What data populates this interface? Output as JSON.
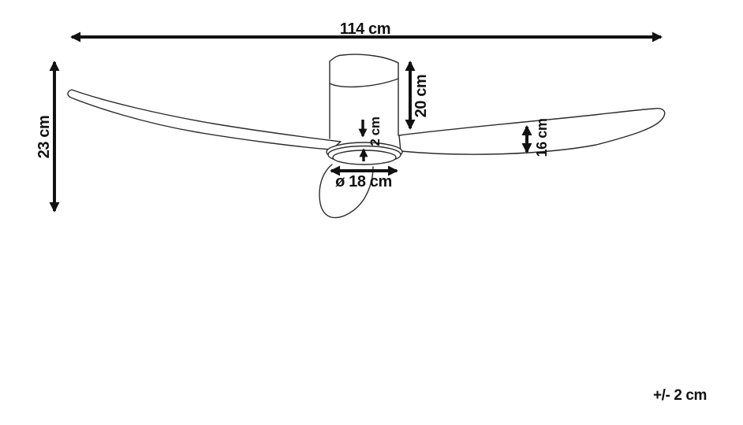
{
  "diagram": {
    "type": "product-dimension-diagram",
    "subject": "ceiling-fan-with-light",
    "colors": {
      "background": "#ffffff",
      "outline": "#2b2b2b",
      "dimension": "#111111"
    },
    "dimensions": {
      "total_width": "114 cm",
      "total_height": "23 cm",
      "motor_housing_height": "20 cm",
      "hub_ring_thickness": "2 cm",
      "light_diameter": "ø 18 cm",
      "blade_depth": "16 cm"
    },
    "tolerance_note": "+/- 2 cm"
  }
}
